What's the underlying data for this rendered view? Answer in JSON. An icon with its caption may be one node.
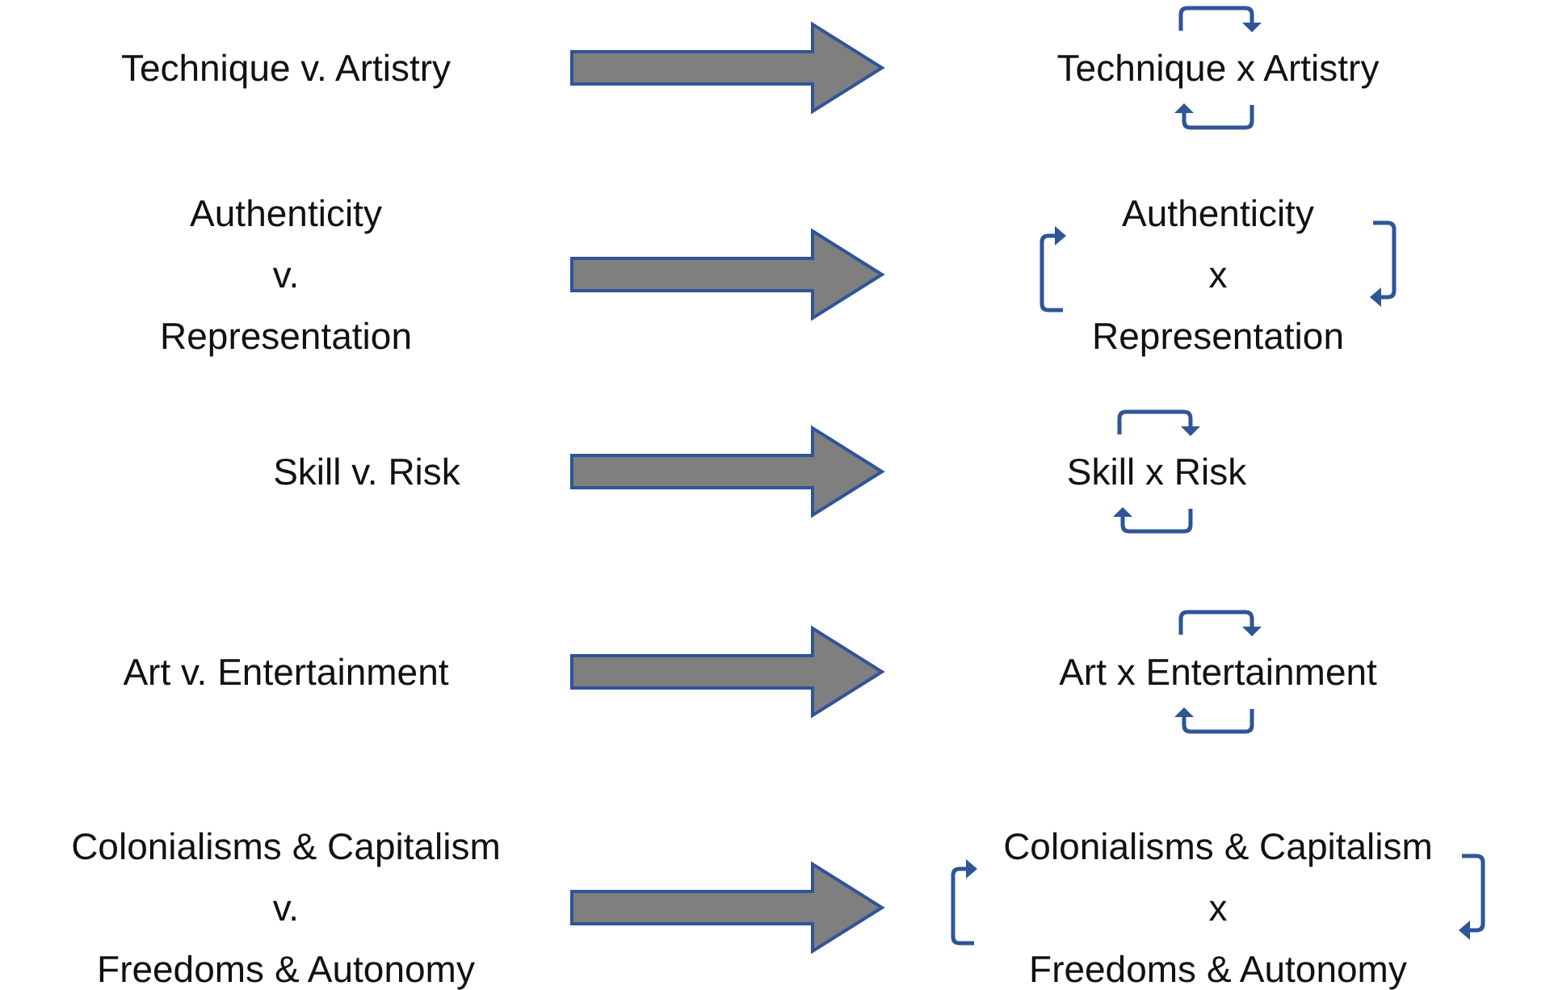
{
  "diagram": {
    "nodes": [
      {
        "text": [
          "Technique v. Artistry"
        ]
      },
      {
        "text": [
          "Authenticity",
          "v.",
          "Representation"
        ]
      },
      {
        "text": [
          "Skill v. Risk"
        ]
      },
      {
        "text": [
          "Art v. Entertainment"
        ]
      },
      {
        "text": [
          "Colonialisms & Capitalism",
          "v.",
          "Freedoms & Autonomy"
        ]
      },
      {
        "text": [
          "Technique x Artistry"
        ]
      },
      {
        "text": [
          "Authenticity",
          "x",
          "Representation"
        ]
      },
      {
        "text": [
          "Skill x Risk"
        ]
      },
      {
        "text": [
          "Art x Entertainment"
        ]
      },
      {
        "text": [
          "Colonialisms & Capitalism",
          "x",
          "Freedoms & Autonomy"
        ]
      }
    ],
    "edges": [
      {
        "from": 0,
        "to": 5,
        "arrow": "to"
      },
      {
        "from": 1,
        "to": 6,
        "arrow": "to"
      },
      {
        "from": 2,
        "to": 7,
        "arrow": "to"
      },
      {
        "from": 3,
        "to": 8,
        "arrow": "to"
      },
      {
        "from": 4,
        "to": 9,
        "arrow": "to"
      }
    ]
  }
}
